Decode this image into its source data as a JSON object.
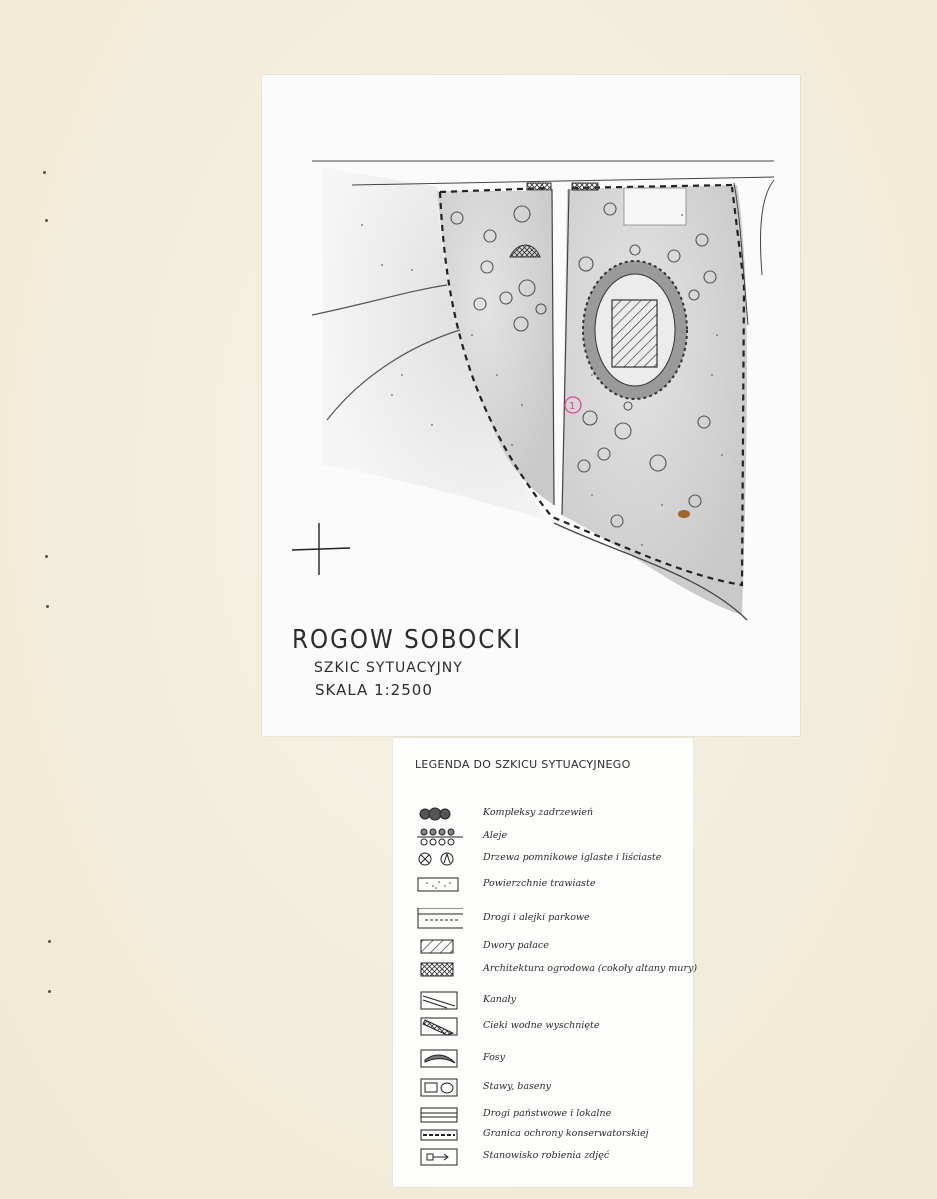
{
  "sketch": {
    "title": "ROGOW SOBOCKI",
    "subtitle": "SZKIC SYTUACYJNY",
    "scale": "SKALA 1:2500",
    "photo_marker": "1"
  },
  "legend": {
    "title": "LEGENDA DO SZKICU SYTUACYJNEGO",
    "items": [
      {
        "symbol": "tree-clusters-icon",
        "label": "Kompleksy zadrzewień"
      },
      {
        "symbol": "alleys-icon",
        "label": "Aleje"
      },
      {
        "symbol": "monument-trees-icon",
        "label": "Drzewa pomnikowe iglaste i liściaste"
      },
      {
        "symbol": "grass-surfaces-icon",
        "label": "Powierzchnie trawiaste"
      },
      {
        "symbol": "park-roads-icon",
        "label": "Drogi i alejki parkowe"
      },
      {
        "symbol": "manor-palace-icon",
        "label": "Dwory pałace"
      },
      {
        "symbol": "garden-architecture-icon",
        "label": "Architektura ogrodowa (cokoły altany mury)"
      },
      {
        "symbol": "canals-icon",
        "label": "Kanały"
      },
      {
        "symbol": "dried-streams-icon",
        "label": "Cieki wodne wyschnięte"
      },
      {
        "symbol": "moats-icon",
        "label": "Fosy"
      },
      {
        "symbol": "ponds-pools-icon",
        "label": "Stawy, baseny"
      },
      {
        "symbol": "state-local-roads-icon",
        "label": "Drogi państwowe i lokalne"
      },
      {
        "symbol": "conservation-boundary-icon",
        "label": "Granica ochrony konserwatorskiej"
      },
      {
        "symbol": "photo-station-icon",
        "label": "Stanowisko robienia zdjęć"
      }
    ]
  },
  "colors": {
    "paper": "#f3eedd",
    "photo": "#fbfbfb",
    "ink": "#2b2b2b",
    "marker": "#e0449a"
  }
}
